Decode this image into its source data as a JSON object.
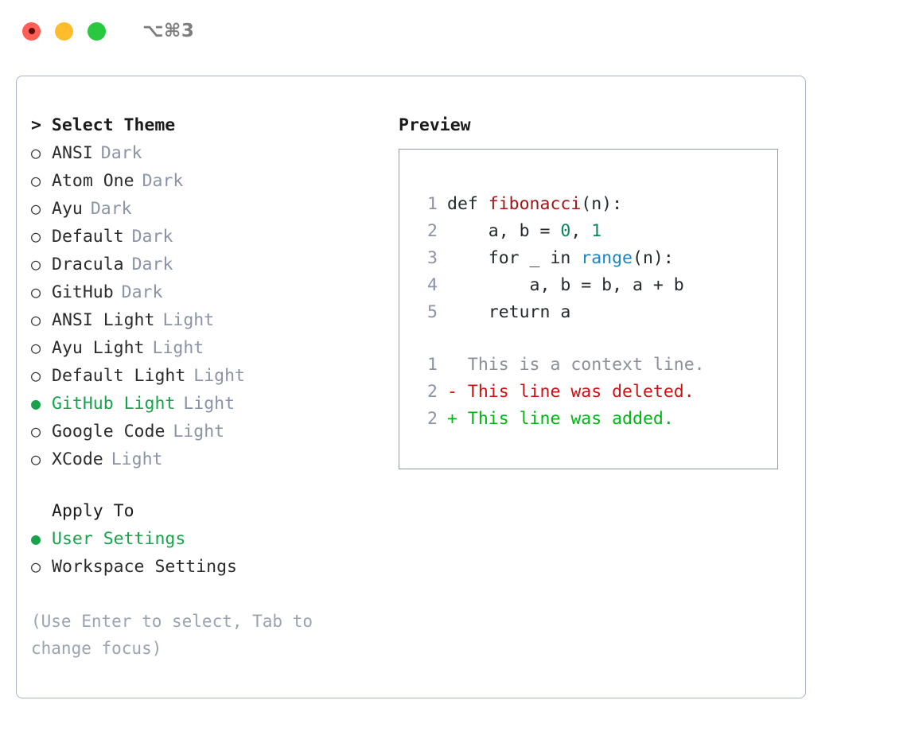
{
  "titlebar": {
    "shortcut": "⌥⌘3",
    "lights": [
      "close-red",
      "minimize-yellow",
      "maximize-green"
    ]
  },
  "left": {
    "header": "> Select Theme",
    "themes": [
      {
        "marker": "○",
        "name": "ANSI",
        "kind": "Dark",
        "selected": false
      },
      {
        "marker": "○",
        "name": "Atom One",
        "kind": "Dark",
        "selected": false
      },
      {
        "marker": "○",
        "name": "Ayu",
        "kind": "Dark",
        "selected": false
      },
      {
        "marker": "○",
        "name": "Default",
        "kind": "Dark",
        "selected": false
      },
      {
        "marker": "○",
        "name": "Dracula",
        "kind": "Dark",
        "selected": false
      },
      {
        "marker": "○",
        "name": "GitHub",
        "kind": "Dark",
        "selected": false
      },
      {
        "marker": "○",
        "name": "ANSI Light",
        "kind": "Light",
        "selected": false
      },
      {
        "marker": "○",
        "name": "Ayu Light",
        "kind": "Light",
        "selected": false
      },
      {
        "marker": "○",
        "name": "Default Light",
        "kind": "Light",
        "selected": false
      },
      {
        "marker": "●",
        "name": "GitHub Light",
        "kind": "Light",
        "selected": true
      },
      {
        "marker": "○",
        "name": "Google Code",
        "kind": "Light",
        "selected": false
      },
      {
        "marker": "○",
        "name": "XCode",
        "kind": "Light",
        "selected": false
      }
    ],
    "apply_to_header": "Apply To",
    "apply_to": [
      {
        "marker": "●",
        "name": "User Settings",
        "selected": true
      },
      {
        "marker": "○",
        "name": "Workspace Settings",
        "selected": false
      }
    ],
    "hint": "(Use Enter to select, Tab to change focus)"
  },
  "right": {
    "header": "Preview",
    "code": [
      {
        "num": "1",
        "tokens": [
          {
            "t": "def ",
            "c": "plain"
          },
          {
            "t": "fibonacci",
            "c": "fn"
          },
          {
            "t": "(n):",
            "c": "plain"
          }
        ]
      },
      {
        "num": "2",
        "tokens": [
          {
            "t": "    a, b = ",
            "c": "plain"
          },
          {
            "t": "0",
            "c": "num"
          },
          {
            "t": ", ",
            "c": "plain"
          },
          {
            "t": "1",
            "c": "num"
          }
        ]
      },
      {
        "num": "3",
        "tokens": [
          {
            "t": "    for _ in ",
            "c": "plain"
          },
          {
            "t": "range",
            "c": "call"
          },
          {
            "t": "(n):",
            "c": "plain"
          }
        ]
      },
      {
        "num": "4",
        "tokens": [
          {
            "t": "        a, b = b, a + b",
            "c": "plain"
          }
        ]
      },
      {
        "num": "5",
        "tokens": [
          {
            "t": "    return a",
            "c": "plain"
          }
        ]
      }
    ],
    "diff": [
      {
        "num": "1",
        "sign": " ",
        "text": " This is a context line.",
        "kind": "ctx"
      },
      {
        "num": "2",
        "sign": "-",
        "text": " This line was deleted.",
        "kind": "del"
      },
      {
        "num": "2",
        "sign": "+",
        "text": " This line was added.",
        "kind": "add"
      }
    ]
  },
  "colors": {
    "accent_green": "#16a34a",
    "muted": "#8a94a6",
    "border": "#aab4c4",
    "diff_add": "#00b512",
    "diff_del": "#cc1111",
    "syntax_function": "#a31515",
    "syntax_number": "#098658",
    "syntax_call": "#1a85c4"
  }
}
